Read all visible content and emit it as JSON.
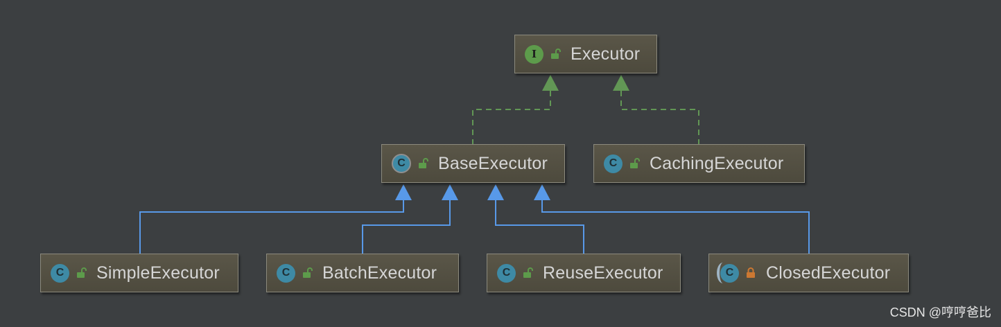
{
  "diagram": {
    "nodes": [
      {
        "id": "executor",
        "label": "Executor",
        "kind": "interface",
        "badge": "I",
        "visibility": "public"
      },
      {
        "id": "base",
        "label": "BaseExecutor",
        "kind": "abstract-class",
        "badge": "C",
        "visibility": "public"
      },
      {
        "id": "caching",
        "label": "CachingExecutor",
        "kind": "class",
        "badge": "C",
        "visibility": "public"
      },
      {
        "id": "simple",
        "label": "SimpleExecutor",
        "kind": "class",
        "badge": "C",
        "visibility": "public"
      },
      {
        "id": "batch",
        "label": "BatchExecutor",
        "kind": "class",
        "badge": "C",
        "visibility": "public"
      },
      {
        "id": "reuse",
        "label": "ReuseExecutor",
        "kind": "class",
        "badge": "C",
        "visibility": "public"
      },
      {
        "id": "closed",
        "label": "ClosedExecutor",
        "kind": "inner-class",
        "badge": "C",
        "visibility": "private"
      }
    ],
    "edges": [
      {
        "from": "base",
        "to": "executor",
        "type": "implements"
      },
      {
        "from": "caching",
        "to": "executor",
        "type": "implements"
      },
      {
        "from": "simple",
        "to": "base",
        "type": "extends"
      },
      {
        "from": "batch",
        "to": "base",
        "type": "extends"
      },
      {
        "from": "reuse",
        "to": "base",
        "type": "extends"
      },
      {
        "from": "closed",
        "to": "base",
        "type": "extends"
      }
    ]
  },
  "colors": {
    "background": "#3c3f41",
    "implements_edge": "#629755",
    "extends_edge": "#5899e8",
    "public_lock": "#5d9b4b",
    "private_lock": "#cc7832"
  },
  "watermark": "CSDN @哼哼爸比"
}
